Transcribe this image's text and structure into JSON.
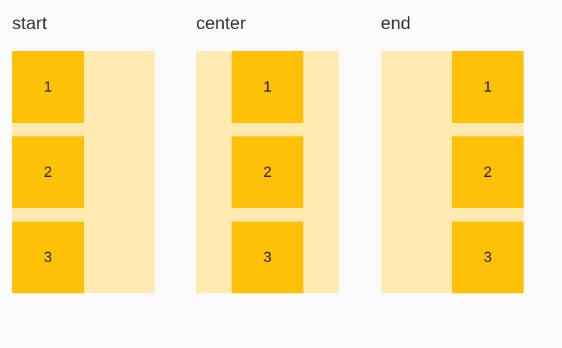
{
  "page": {
    "background_color": "#fbfbfd",
    "text_color": "#2d2d2d"
  },
  "colors": {
    "item_fill": "#ffc107",
    "container_fill": "#ffeab2",
    "page_background": "#fbfbfd",
    "label_text": "#2d2d2d",
    "item_text": "#1f1f1f"
  },
  "panels": [
    {
      "id": "start",
      "label": "start",
      "align_items": "flex-start",
      "items": [
        {
          "label": "1"
        },
        {
          "label": "2"
        },
        {
          "label": "3"
        }
      ]
    },
    {
      "id": "center",
      "label": "center",
      "align_items": "center",
      "items": [
        {
          "label": "1"
        },
        {
          "label": "2"
        },
        {
          "label": "3"
        }
      ]
    },
    {
      "id": "end",
      "label": "end",
      "align_items": "flex-end",
      "items": [
        {
          "label": "1"
        },
        {
          "label": "2"
        },
        {
          "label": "3"
        }
      ]
    }
  ]
}
